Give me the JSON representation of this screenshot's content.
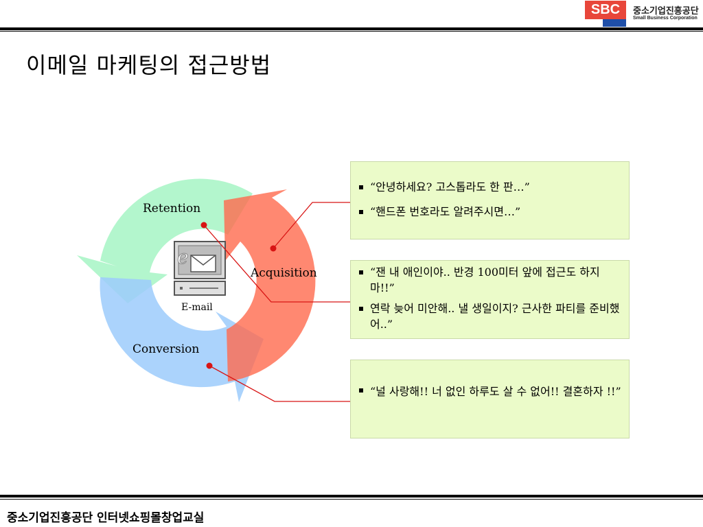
{
  "logo": {
    "mark": "SBC",
    "org_kr": "중소기업진흥공단",
    "org_en": "Small Business Corporation"
  },
  "title": "이메일 마케팅의 접근방법",
  "cycle": {
    "stages": {
      "retention": "Retention",
      "acquisition": "Acquisition",
      "conversion": "Conversion"
    },
    "center": "E-mail"
  },
  "boxes": [
    {
      "items": [
        "“안녕하세요? 고스톱라도 한 판…”",
        "“핸드폰 번호라도 알려주시면…”"
      ]
    },
    {
      "items": [
        "“잰 내 애인이야.. 반경 100미터 앞에 접근도 하지마!!”",
        "연락 늦어 미안해.. 낼 생일이지? 근사한 파티를 준비했어..”"
      ]
    },
    {
      "items": [
        "“널 사랑해!! 너 없인 하루도 살 수 없어!! 결혼하자 !!”"
      ]
    }
  ],
  "colors": {
    "retention": "#a6f5c4",
    "acquisition": "#ff7a62",
    "conversion": "#9ccbfb",
    "connector": "#d81414",
    "box_fill": "#ebfbc9"
  },
  "footer": "중소기업진흥공단 인터넷쇼핑몰창업교실"
}
